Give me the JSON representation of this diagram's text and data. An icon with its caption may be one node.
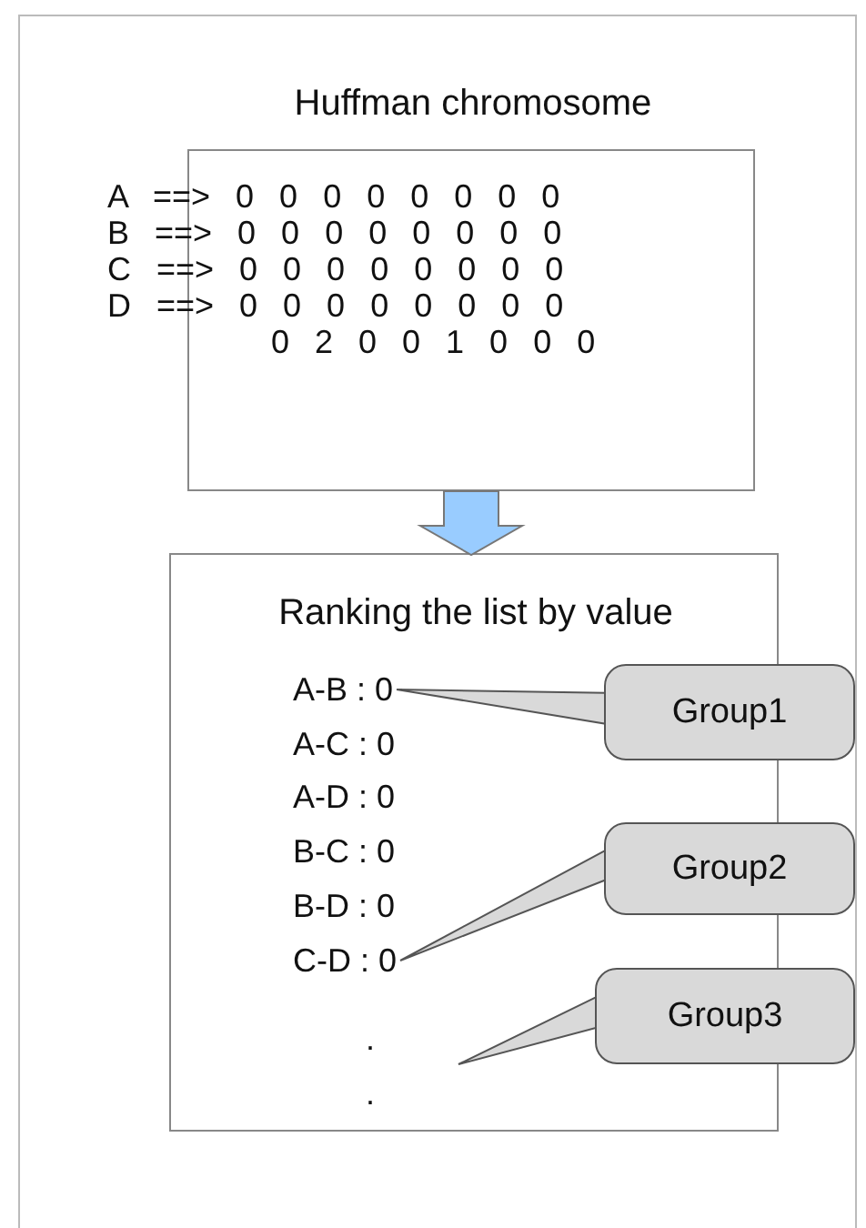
{
  "diagram": {
    "nodes": [
      {
        "text": [
          "Huffman chromosome",
          "A ==> 0 0 0 0 0 0 0 0",
          "B ==> 0 0 0 0 0 0 0 0",
          "C ==> 0 0 0 0 0 0 0 0",
          "D ==> 0 0 0 0 0 0 0 0",
          "0 2 0 0 1 0 0 0"
        ]
      },
      {
        "text": [
          "Ranking the list by value"
        ]
      },
      {
        "text": [
          "A-B : 0"
        ],
        "in": 1
      },
      {
        "text": [
          "A-C : 0"
        ],
        "in": 1
      },
      {
        "text": [
          "A-D : 0"
        ],
        "in": 1
      },
      {
        "text": [
          "B-C : 0"
        ],
        "in": 1
      },
      {
        "text": [
          "B-D : 0"
        ],
        "in": 1
      },
      {
        "text": [
          "C-D : 0"
        ],
        "in": 1
      },
      {
        "text": [
          "."
        ],
        "in": 1
      },
      {
        "text": [
          "."
        ],
        "in": 1
      },
      {
        "text": [
          "Group1"
        ]
      },
      {
        "text": [
          "Group2"
        ]
      },
      {
        "text": [
          "Group3"
        ]
      }
    ],
    "edges": [
      {
        "from": 0,
        "to": 1,
        "arrow": "to"
      },
      {
        "from": 10,
        "to": 2,
        "arrow": "to"
      },
      {
        "from": 11,
        "to": 7,
        "arrow": "to"
      },
      {
        "from": 12,
        "to": null,
        "arrow": "to"
      }
    ]
  }
}
